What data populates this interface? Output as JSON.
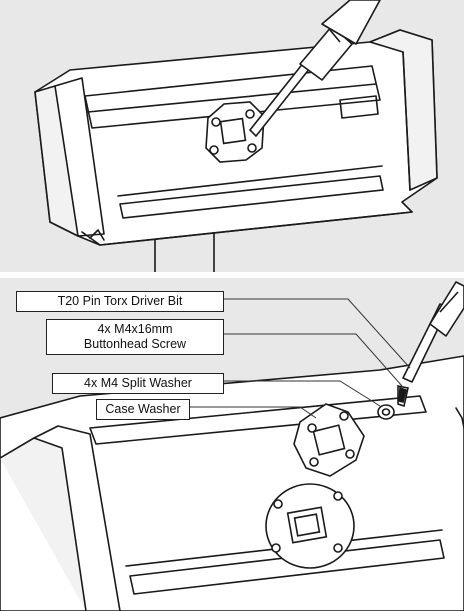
{
  "colors": {
    "panel_background": "#e8e8e8",
    "divider": "#ffffff",
    "line_art": "#1a1a1a",
    "part_fill": "#ffffff"
  },
  "steps": [
    {
      "id": "step-1",
      "illustration": "screwdriver-fastening-mount-plate",
      "callouts": []
    },
    {
      "id": "step-2",
      "illustration": "exploded-view-mount-hardware",
      "callouts": [
        {
          "id": "driver-bit",
          "lines": [
            "T20 Pin Torx Driver Bit"
          ]
        },
        {
          "id": "screw",
          "lines": [
            "4x M4x16mm",
            "Buttonhead Screw"
          ]
        },
        {
          "id": "split-washer",
          "lines": [
            "4x M4 Split Washer"
          ]
        },
        {
          "id": "case-washer",
          "lines": [
            "Case Washer"
          ]
        }
      ]
    }
  ]
}
